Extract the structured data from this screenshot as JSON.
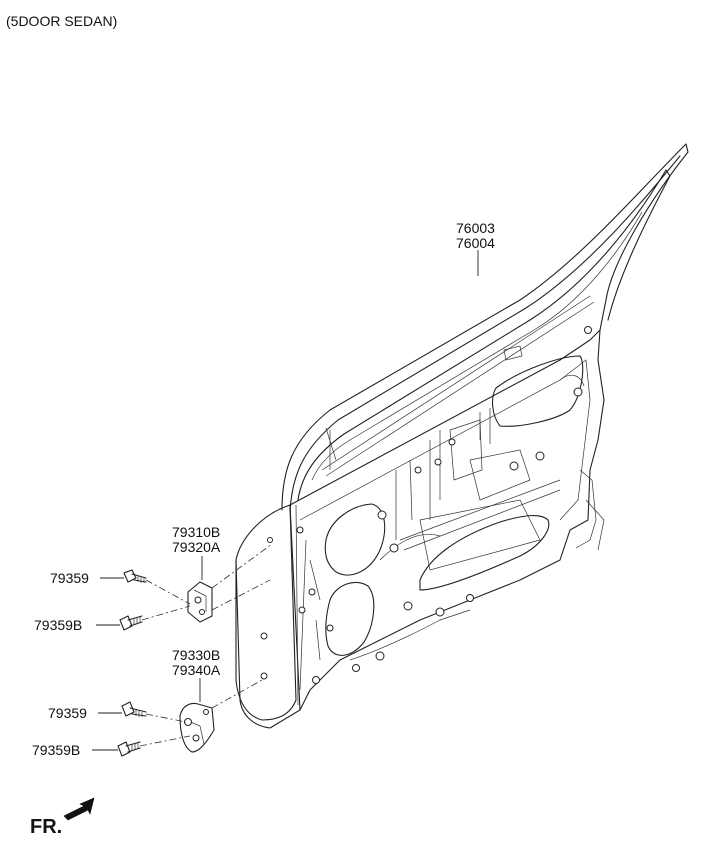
{
  "header": {
    "variant": "(5DOOR SEDAN)"
  },
  "labels": {
    "door_panel_a": "76003",
    "door_panel_b": "76004",
    "upper_hinge_a": "79310B",
    "upper_hinge_b": "79320A",
    "lower_hinge_a": "79330B",
    "lower_hinge_b": "79340A",
    "bolt_1": "79359",
    "bolt_2": "79359B",
    "bolt_3": "79359",
    "bolt_4": "79359B"
  },
  "footer": {
    "front_marker": "FR."
  },
  "icons": {
    "front_arrow": "arrow-icon"
  }
}
